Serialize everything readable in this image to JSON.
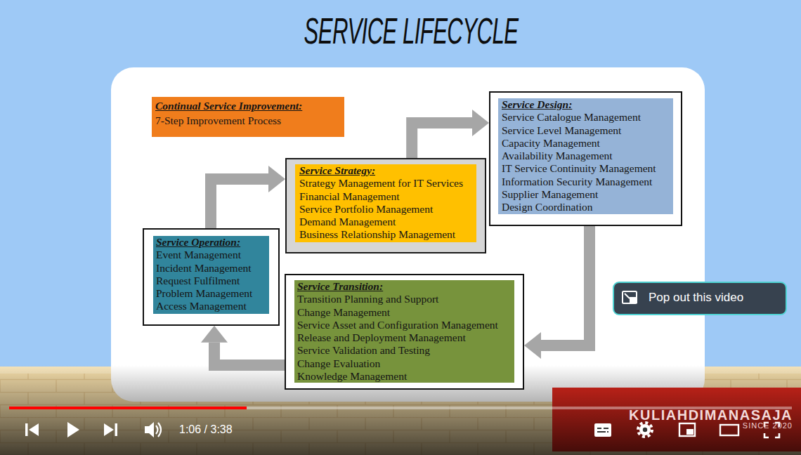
{
  "diagram": {
    "title": "SERVICE LIFECYCLE",
    "nodes": [
      {
        "text": [
          "Continual Service Improvement:",
          "7-Step Improvement Process"
        ]
      },
      {
        "text": [
          "Service Strategy:",
          "Strategy Management for IT Services",
          "Financial Management",
          "Service Portfolio Management",
          "Demand Management",
          "Business Relationship Management"
        ]
      },
      {
        "text": [
          "Service Design:",
          "Service Catalogue Management",
          "Service Level Management",
          "Capacity Management",
          "Availability Management",
          "IT Service Continuity Management",
          "Information Security Management",
          "Supplier Management",
          "Design Coordination"
        ]
      },
      {
        "text": [
          "Service Operation:",
          "Event Management",
          "Incident Management",
          "Request Fulfilment",
          "Problem Management",
          "Access Management"
        ]
      },
      {
        "text": [
          "Service Transition:",
          "Transition Planning and Support",
          "Change Management",
          "Service Asset and Configuration Management",
          "Release and Deployment Management",
          "Service Validation and Testing",
          "Change Evaluation",
          "Knowledge Management"
        ]
      }
    ],
    "edges": [
      {
        "from": 1,
        "to": 2,
        "arrow": "to"
      },
      {
        "from": 2,
        "to": 4,
        "arrow": "to"
      },
      {
        "from": 4,
        "to": 3,
        "arrow": "to"
      },
      {
        "from": 3,
        "to": 1,
        "arrow": "to"
      }
    ],
    "labels": [
      "Pop out this video",
      "1:06 / 3:38",
      "KULIAHDIMANASAJA",
      "SINCE 2020"
    ]
  }
}
